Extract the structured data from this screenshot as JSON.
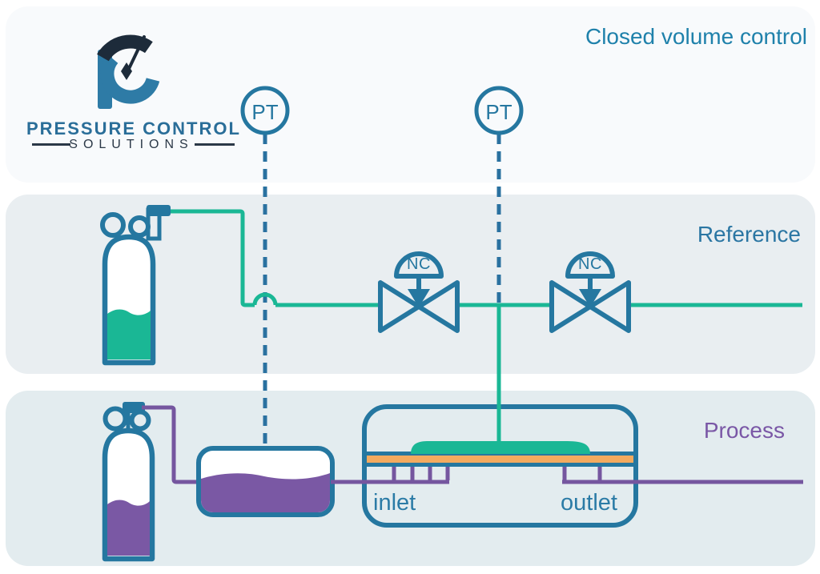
{
  "title": "Closed volume control",
  "logo": {
    "name": "PRESSURE CONTROL",
    "tagline": "SOLUTIONS"
  },
  "sections": {
    "reference": {
      "label": "Reference"
    },
    "process": {
      "label": "Process"
    }
  },
  "instruments": [
    {
      "label": "PT"
    },
    {
      "label": "PT"
    }
  ],
  "valves": [
    {
      "label": "NC"
    },
    {
      "label": "NC"
    }
  ],
  "chamber": {
    "inlet_label": "inlet",
    "outlet_label": "outlet"
  },
  "colors": {
    "teal_stroke": "#2577a0",
    "teal_text": "#2b7ba6",
    "title_text": "#1f81ab",
    "green": "#1ab795",
    "purple": "#7a58a4",
    "purple_line": "#75569f",
    "orange": "#f3aa5f",
    "navy": "#1d2b3a",
    "logo_blue": "#2a6e99",
    "band_top": "#f8fafc",
    "band_middle": "#e9eef1",
    "band_bottom": "#e3ecef"
  }
}
